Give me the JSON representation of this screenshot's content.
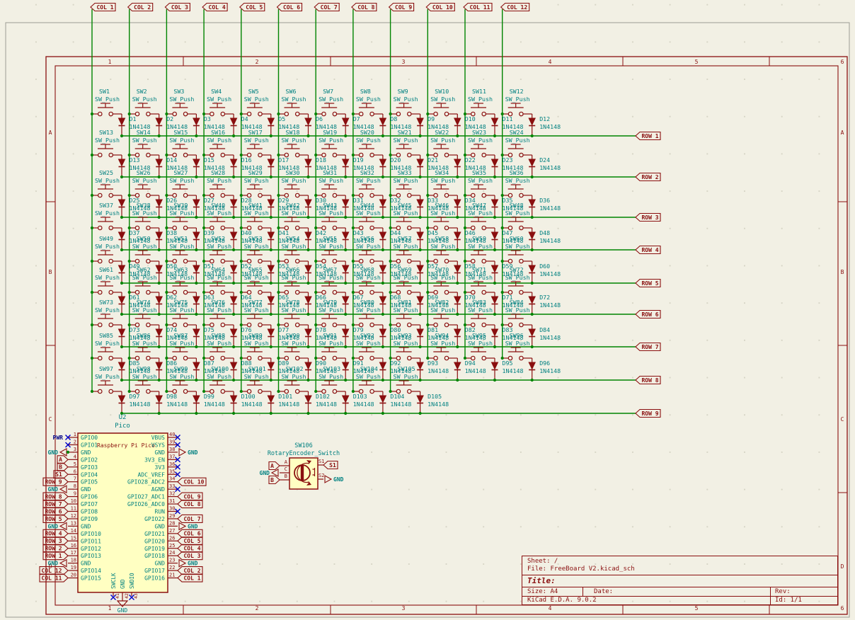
{
  "colors": {
    "bg": "#F2F0E4",
    "wire": "#008400",
    "symbol": "#8A0F0F",
    "body_fill": "#FFFFC2",
    "text_teal": "#008080",
    "label_red": "#8A0F0F",
    "nc_blue": "#0000C8",
    "local_label": "#000084",
    "frame": "#8A0F0F",
    "page_edge": "#9C9C94"
  },
  "frame": {
    "column_numbers": [
      "1",
      "2",
      "3",
      "4",
      "5",
      "6"
    ],
    "row_letters": [
      "A",
      "B",
      "C",
      "D"
    ]
  },
  "title_block": {
    "sheet_line": "Sheet: /",
    "file_line": "File: FreeBoard V2.kicad_sch",
    "title_label": "Title:",
    "size_label": "Size: A4",
    "date_label": "Date:",
    "rev_label": "Rev:",
    "generator": "KiCad E.D.A. 9.0.2",
    "id_label": "Id: 1/1"
  },
  "matrix": {
    "col_labels": [
      "COL 1",
      "COL 2",
      "COL 3",
      "COL 4",
      "COL 5",
      "COL 6",
      "COL 7",
      "COL 8",
      "COL 9",
      "COL 10",
      "COL 11",
      "COL 12"
    ],
    "rows": [
      {
        "label": "ROW 1",
        "sw_start": 1,
        "count": 12
      },
      {
        "label": "ROW 2",
        "sw_start": 13,
        "count": 12
      },
      {
        "label": "ROW 3",
        "sw_start": 25,
        "count": 12
      },
      {
        "label": "ROW 4",
        "sw_start": 37,
        "count": 12
      },
      {
        "label": "ROW 5",
        "sw_start": 49,
        "count": 12
      },
      {
        "label": "ROW 6",
        "sw_start": 61,
        "count": 12
      },
      {
        "label": "ROW 7",
        "sw_start": 73,
        "count": 12
      },
      {
        "label": "ROW 8",
        "sw_start": 85,
        "count": 12
      },
      {
        "label": "ROW 9",
        "sw_start": 97,
        "count": 9
      }
    ],
    "switch_prefix": "SW",
    "switch_value": "SW_Push",
    "diode_prefix": "D",
    "diode_value": "1N4148"
  },
  "pico": {
    "ref": "U2",
    "value": "Pico",
    "body_text": "Raspberry Pi Pico",
    "left_pins": [
      [
        "1",
        "GPIO0",
        "PWR",
        "local_nc"
      ],
      [
        "2",
        "GPIO1",
        "",
        "nc"
      ],
      [
        "3",
        "GND",
        "GND",
        "power"
      ],
      [
        "4",
        "GPIO2",
        "A",
        "hier"
      ],
      [
        "5",
        "GPIO3",
        "B",
        "hier"
      ],
      [
        "6",
        "GPIO4",
        "S1",
        "hier"
      ],
      [
        "7",
        "GPIO5",
        "ROW 9",
        "hier"
      ],
      [
        "8",
        "GND",
        "GND",
        "power"
      ],
      [
        "9",
        "GPIO6",
        "ROW 8",
        "hier"
      ],
      [
        "10",
        "GPIO7",
        "ROW 7",
        "hier"
      ],
      [
        "11",
        "GPIO8",
        "ROW 6",
        "hier"
      ],
      [
        "12",
        "GPIO9",
        "ROW 5",
        "hier"
      ],
      [
        "13",
        "GND",
        "GND",
        "power"
      ],
      [
        "14",
        "GPIO10",
        "ROW 4",
        "hier"
      ],
      [
        "15",
        "GPIO11",
        "ROW 3",
        "hier"
      ],
      [
        "16",
        "GPIO12",
        "ROW 2",
        "hier"
      ],
      [
        "17",
        "GPIO13",
        "ROW 1",
        "hier"
      ],
      [
        "18",
        "GND",
        "GND",
        "power"
      ],
      [
        "19",
        "GPIO14",
        "COL 12",
        "hier"
      ],
      [
        "20",
        "GPIO15",
        "COL 11",
        "hier"
      ]
    ],
    "right_pins": [
      [
        "40",
        "VBUS",
        "",
        "nc"
      ],
      [
        "39",
        "VSYS",
        "",
        "nc"
      ],
      [
        "38",
        "GND",
        "GND",
        "power"
      ],
      [
        "37",
        "3V3_EN",
        "",
        "nc"
      ],
      [
        "36",
        "3V3",
        "",
        "nc"
      ],
      [
        "35",
        "ADC_VREF",
        "",
        "nc"
      ],
      [
        "34",
        "GPIO28_ADC2",
        "COL 10",
        "hier"
      ],
      [
        "33",
        "AGND",
        "",
        "nc"
      ],
      [
        "32",
        "GPIO27_ADC1",
        "COL 9",
        "hier"
      ],
      [
        "31",
        "GPIO26_ADC0",
        "COL 8",
        "hier"
      ],
      [
        "30",
        "RUN",
        "",
        "nc"
      ],
      [
        "29",
        "GPIO22",
        "COL 7",
        "hier"
      ],
      [
        "28",
        "GND",
        "GND",
        "power"
      ],
      [
        "27",
        "GPIO21",
        "COL 6",
        "hier"
      ],
      [
        "26",
        "GPIO20",
        "COL 5",
        "hier"
      ],
      [
        "25",
        "GPIO19",
        "COL 4",
        "hier"
      ],
      [
        "24",
        "GPIO18",
        "COL 3",
        "hier"
      ],
      [
        "23",
        "GND",
        "GND",
        "power"
      ],
      [
        "22",
        "GPIO17",
        "COL 2",
        "hier"
      ],
      [
        "21",
        "GPIO16",
        "COL 1",
        "hier"
      ]
    ],
    "bottom_pins": [
      [
        "41",
        "SWCLK",
        "nc"
      ],
      [
        "42",
        "GND",
        "gnd"
      ],
      [
        "43",
        "SWDIO",
        "nc"
      ]
    ],
    "gnd_symbol_label": "GND"
  },
  "encoder": {
    "ref": "SW106",
    "value": "RotaryEncoder_Switch",
    "left_pins": [
      [
        "A",
        "A",
        "hier"
      ],
      [
        "C",
        "GND",
        "power"
      ],
      [
        "B",
        "B",
        "hier"
      ]
    ],
    "right_pins": [
      [
        "S1",
        "S1",
        "hier"
      ],
      [
        "S2",
        "GND",
        "power"
      ]
    ]
  }
}
